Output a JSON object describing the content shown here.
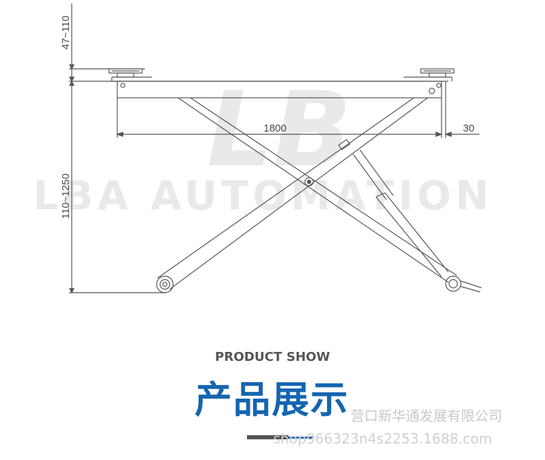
{
  "watermark": {
    "logo_letters": "LB",
    "brand_text": "LBA AUTOMATION"
  },
  "dimensions": {
    "pad_height": "47~110",
    "lift_height": "110~1250",
    "platform_length": "1800",
    "pad_offset": "30"
  },
  "heading": {
    "english": "PRODUCT SHOW",
    "chinese": "产品展示"
  },
  "footer": {
    "company": "营口新华通发展有限公司",
    "shop_url": "shop966323n4s2253.1688.com"
  },
  "colors": {
    "line": "#555555",
    "title_blue": "#1565b0",
    "watermark": "#e9e9e9"
  }
}
